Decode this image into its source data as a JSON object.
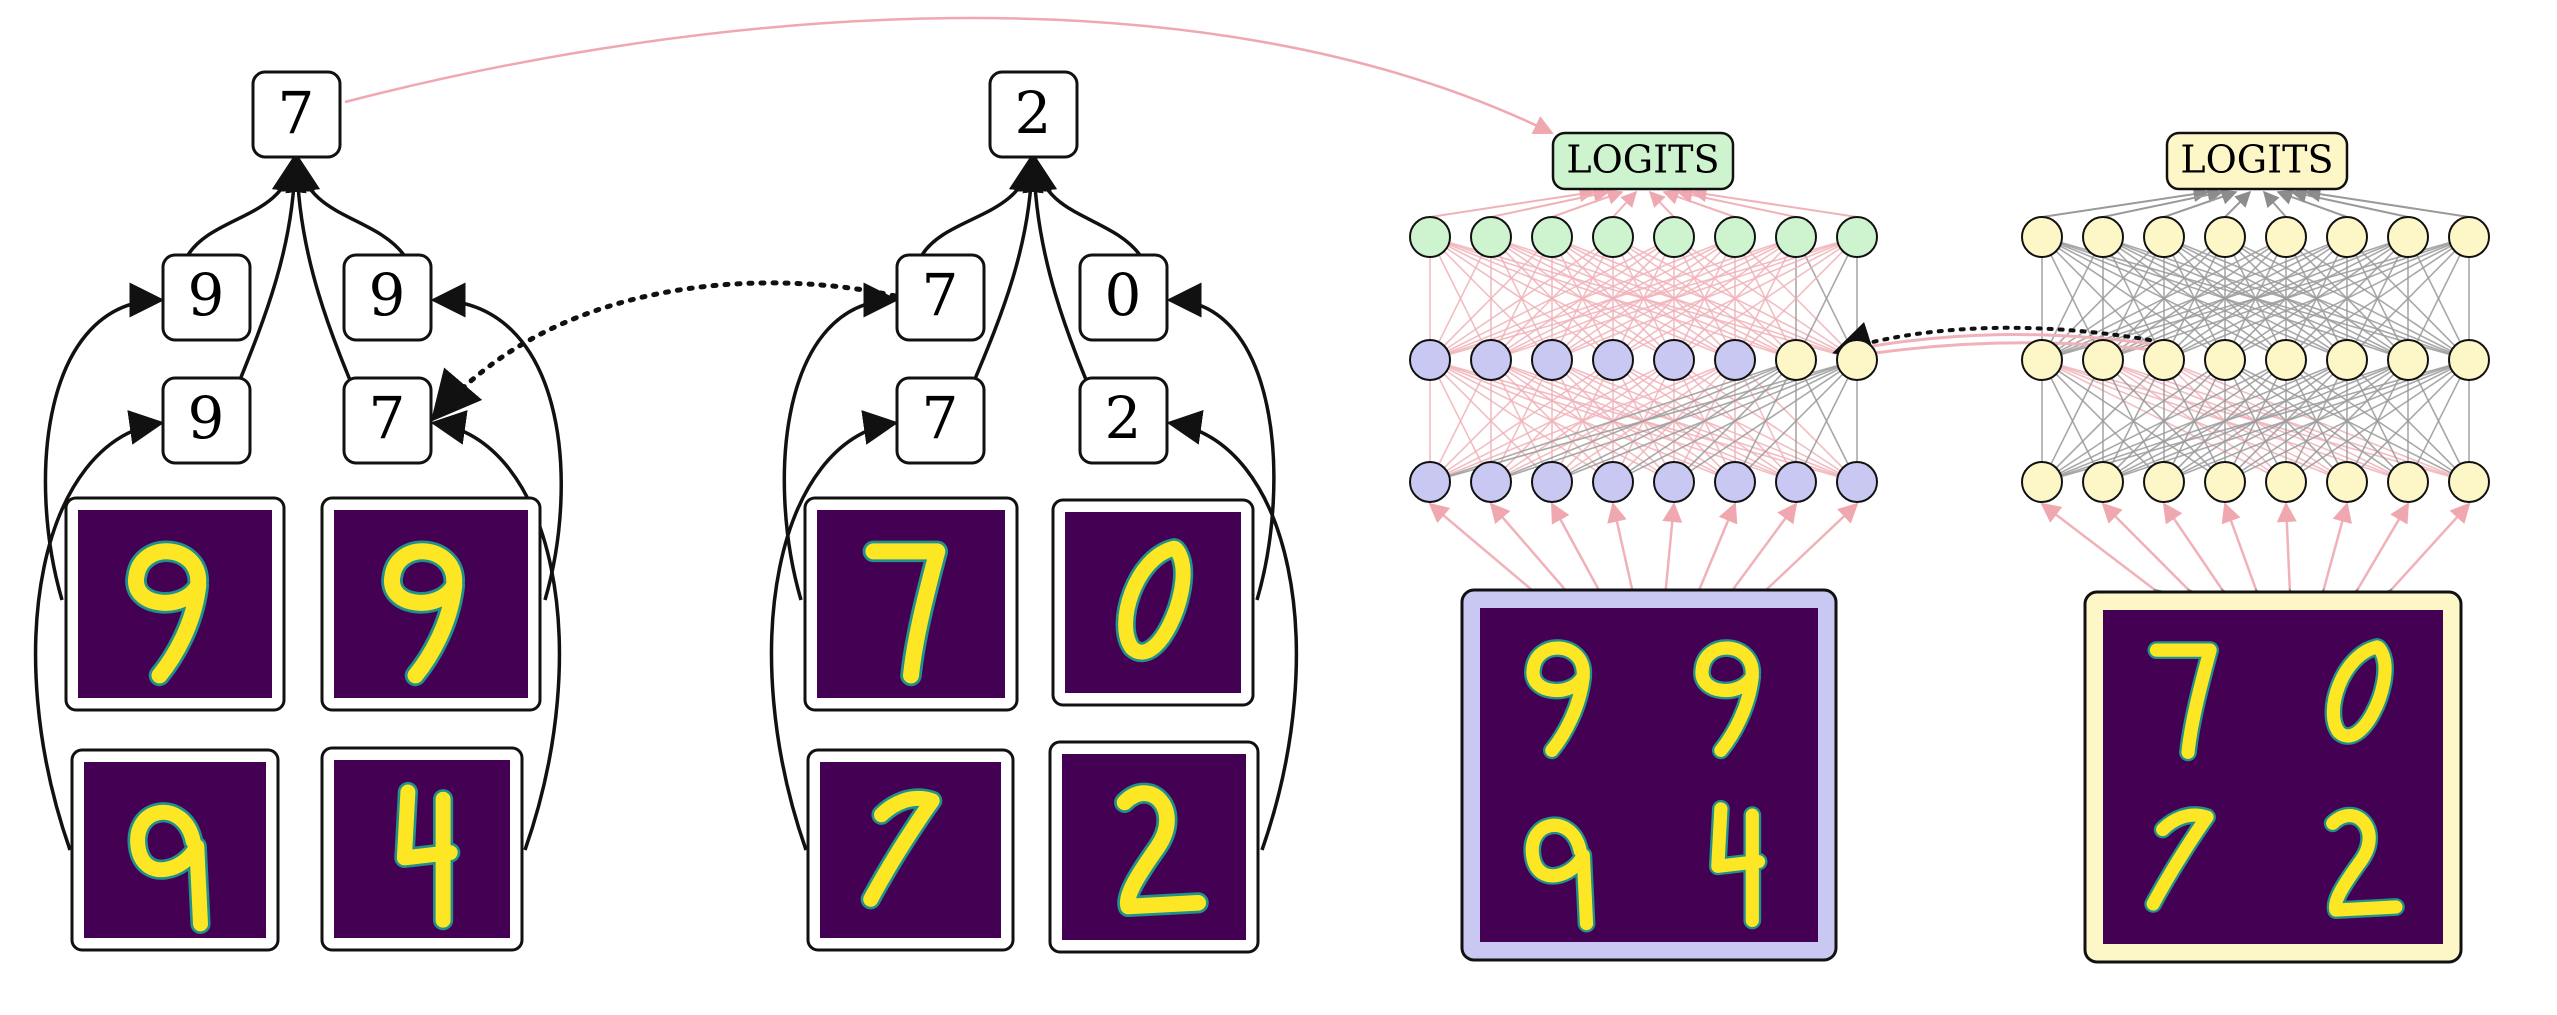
{
  "colors": {
    "stroke": "#111111",
    "pink": "#f0b2b8",
    "gray": "#9a9a9a",
    "green": "#cdf3cf",
    "blue": "#c8c8f3",
    "yellow": "#fdf7c8",
    "digit_bg": "#440154",
    "digit_fg": "#fde725",
    "digit_mid": "#21918c"
  },
  "tree_left": {
    "root": "7",
    "level1": [
      "9",
      "9"
    ],
    "level2": [
      "9",
      "7"
    ],
    "images": [
      "9",
      "9",
      "9",
      "4"
    ]
  },
  "tree_middle": {
    "root": "2",
    "level1": [
      "7",
      "0"
    ],
    "level2": [
      "7",
      "2"
    ],
    "images": [
      "7",
      "0",
      "7",
      "2"
    ]
  },
  "network_left": {
    "label": "LOGITS",
    "grid_digits": [
      "9",
      "9",
      "9",
      "4"
    ]
  },
  "network_right": {
    "label": "LOGITS",
    "grid_digits": [
      "7",
      "0",
      "7",
      "2"
    ]
  }
}
